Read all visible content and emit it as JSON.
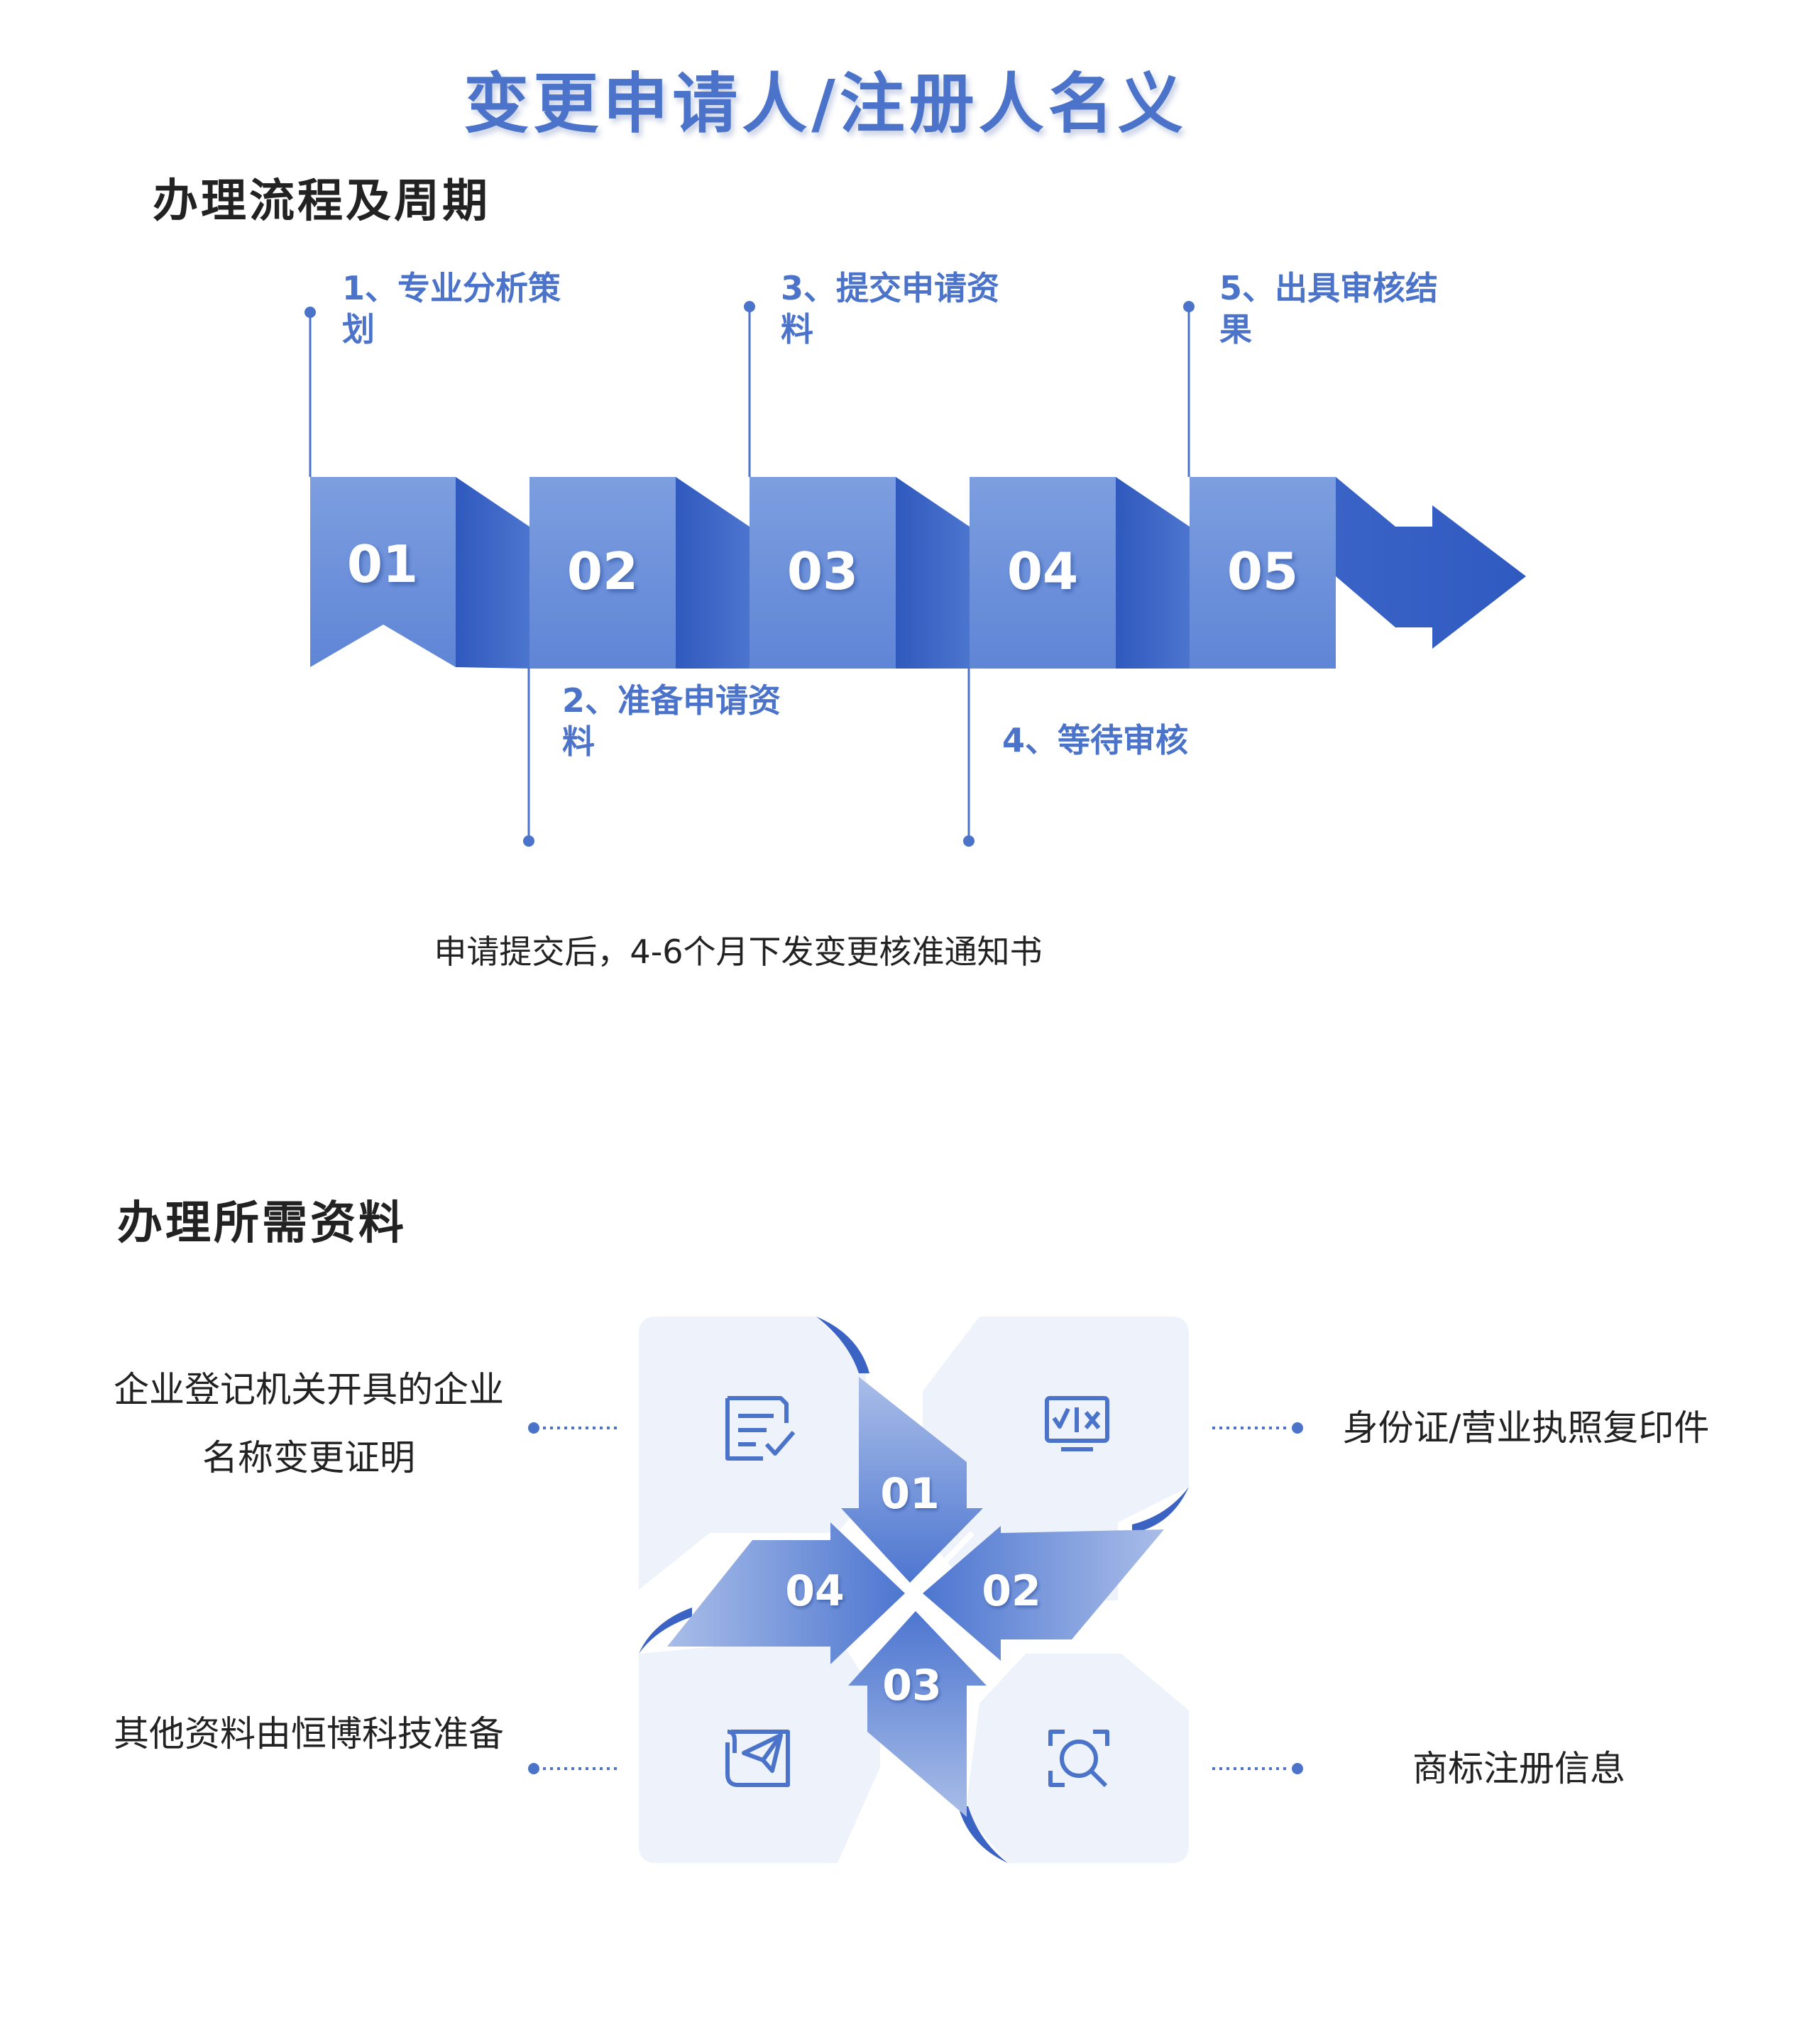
{
  "title": "变更申请人/注册人名义",
  "process": {
    "heading": "办理流程及周期",
    "steps": [
      {
        "number": "01",
        "label": "1、专业分析策划"
      },
      {
        "number": "02",
        "label": "2、准备申请资料"
      },
      {
        "number": "03",
        "label": "3、提交申请资料"
      },
      {
        "number": "04",
        "label": "4、等待审核"
      },
      {
        "number": "05",
        "label": "5、出具审核结果"
      }
    ],
    "note": "申请提交后，4-6个月下发变更核准通知书"
  },
  "materials": {
    "heading": "办理所需资料",
    "items": [
      {
        "number": "01",
        "label": "企业登记机关开具的企业名称变更证明",
        "icon": "document-check-icon"
      },
      {
        "number": "02",
        "label": "身份证/营业执照复印件",
        "icon": "id-card-icon"
      },
      {
        "number": "03",
        "label": "商标注册信息",
        "icon": "search-scan-icon"
      },
      {
        "number": "04",
        "label": "其他资料由恒博科技准备",
        "icon": "scroll-send-icon"
      }
    ]
  },
  "colors": {
    "accent": "#4a73c9",
    "accent_dark": "#3b63c4",
    "tile_bg": "#eef2fa",
    "text": "#222222"
  }
}
